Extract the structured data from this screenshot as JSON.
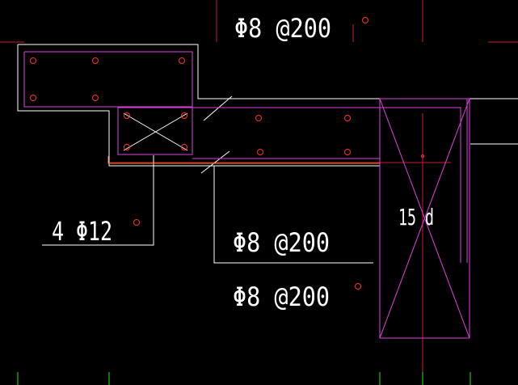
{
  "drawing": {
    "colors": {
      "background": "#000000",
      "outline": "#ffffff",
      "stirrup": "#e040e0",
      "rebar_dot": "#ff3030",
      "axis_line": "#cc1a2e",
      "dimension_ticks": "#2adf2a",
      "anchor_line": "#e07a1a"
    },
    "annotations": {
      "stirrup_top": "Φ8 @200",
      "stirrup_mid": "Φ8 @200",
      "stirrup_bottom": "Φ8 @200",
      "main_bars": "4 Φ12",
      "anchorage": "15 d"
    }
  }
}
